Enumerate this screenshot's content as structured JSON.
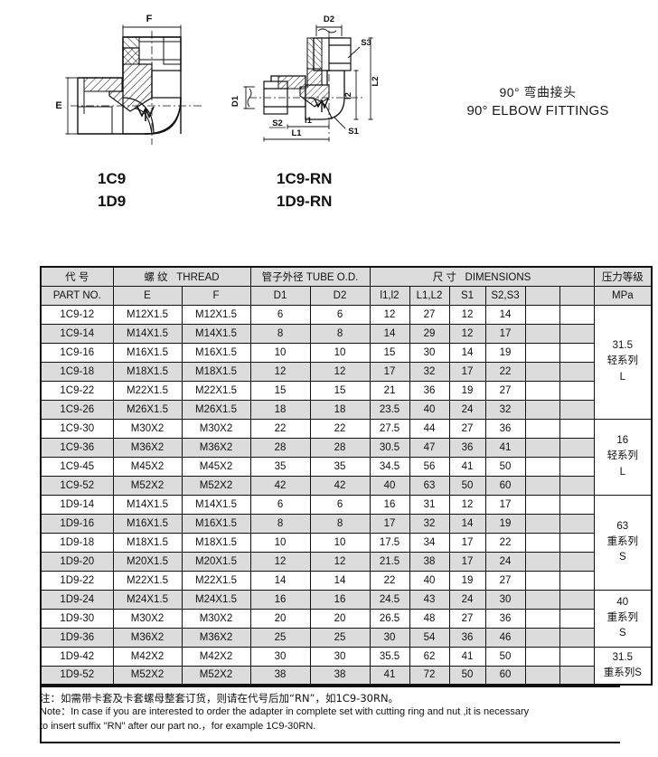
{
  "title": {
    "cn": "90° 弯曲接头",
    "en": "90° ELBOW FITTINGS"
  },
  "figures": {
    "left": {
      "name": "elbow-section-drawing-1C9",
      "labels": {
        "f": "F",
        "e": "E"
      },
      "part_labels": [
        "1C9",
        "1D9"
      ]
    },
    "right": {
      "name": "elbow-section-drawing-1C9-RN",
      "labels": {
        "d2": "D2",
        "s3": "S3",
        "l2_cap": "L2",
        "l2_low": "l2",
        "d1": "D1",
        "s2": "S2",
        "s1": "S1",
        "l1_low": "l1",
        "l1_cap": "L1"
      },
      "part_labels": [
        "1C9-RN",
        "1D9-RN"
      ]
    }
  },
  "table": {
    "header": {
      "part_no": {
        "cn": "代  号",
        "en": "PART  NO."
      },
      "thread": {
        "cn": "螺  纹",
        "en": "THREAD",
        "sub": [
          "E",
          "F"
        ]
      },
      "tube_od": {
        "cn": "管子外径",
        "en": "TUBE O.D.",
        "sub": [
          "D1",
          "D2"
        ]
      },
      "dimensions": {
        "cn": "尺  寸",
        "en": "DIMENSIONS",
        "sub": [
          "l1,l2",
          "L1,L2",
          "S1",
          "S2,S3",
          "",
          ""
        ]
      },
      "pressure": {
        "cn": "压力等级",
        "unit": "MPa"
      }
    },
    "rows": [
      {
        "part": "1C9-12",
        "e": "M12X1.5",
        "f": "M12X1.5",
        "d1": "6",
        "d2": "6",
        "l12": "12",
        "L12": "27",
        "s1": "12",
        "s23": "14",
        "b1": "",
        "b2": ""
      },
      {
        "part": "1C9-14",
        "e": "M14X1.5",
        "f": "M14X1.5",
        "d1": "8",
        "d2": "8",
        "l12": "14",
        "L12": "29",
        "s1": "12",
        "s23": "17",
        "b1": "",
        "b2": ""
      },
      {
        "part": "1C9-16",
        "e": "M16X1.5",
        "f": "M16X1.5",
        "d1": "10",
        "d2": "10",
        "l12": "15",
        "L12": "30",
        "s1": "14",
        "s23": "19",
        "b1": "",
        "b2": ""
      },
      {
        "part": "1C9-18",
        "e": "M18X1.5",
        "f": "M18X1.5",
        "d1": "12",
        "d2": "12",
        "l12": "17",
        "L12": "32",
        "s1": "17",
        "s23": "22",
        "b1": "",
        "b2": ""
      },
      {
        "part": "1C9-22",
        "e": "M22X1.5",
        "f": "M22X1.5",
        "d1": "15",
        "d2": "15",
        "l12": "21",
        "L12": "36",
        "s1": "19",
        "s23": "27",
        "b1": "",
        "b2": ""
      },
      {
        "part": "1C9-26",
        "e": "M26X1.5",
        "f": "M26X1.5",
        "d1": "18",
        "d2": "18",
        "l12": "23.5",
        "L12": "40",
        "s1": "24",
        "s23": "32",
        "b1": "",
        "b2": ""
      },
      {
        "part": "1C9-30",
        "e": "M30X2",
        "f": "M30X2",
        "d1": "22",
        "d2": "22",
        "l12": "27.5",
        "L12": "44",
        "s1": "27",
        "s23": "36",
        "b1": "",
        "b2": ""
      },
      {
        "part": "1C9-36",
        "e": "M36X2",
        "f": "M36X2",
        "d1": "28",
        "d2": "28",
        "l12": "30.5",
        "L12": "47",
        "s1": "36",
        "s23": "41",
        "b1": "",
        "b2": ""
      },
      {
        "part": "1C9-45",
        "e": "M45X2",
        "f": "M45X2",
        "d1": "35",
        "d2": "35",
        "l12": "34.5",
        "L12": "56",
        "s1": "41",
        "s23": "50",
        "b1": "",
        "b2": ""
      },
      {
        "part": "1C9-52",
        "e": "M52X2",
        "f": "M52X2",
        "d1": "42",
        "d2": "42",
        "l12": "40",
        "L12": "63",
        "s1": "50",
        "s23": "60",
        "b1": "",
        "b2": ""
      },
      {
        "part": "1D9-14",
        "e": "M14X1.5",
        "f": "M14X1.5",
        "d1": "6",
        "d2": "6",
        "l12": "16",
        "L12": "31",
        "s1": "12",
        "s23": "17",
        "b1": "",
        "b2": ""
      },
      {
        "part": "1D9-16",
        "e": "M16X1.5",
        "f": "M16X1.5",
        "d1": "8",
        "d2": "8",
        "l12": "17",
        "L12": "32",
        "s1": "14",
        "s23": "19",
        "b1": "",
        "b2": ""
      },
      {
        "part": "1D9-18",
        "e": "M18X1.5",
        "f": "M18X1.5",
        "d1": "10",
        "d2": "10",
        "l12": "17.5",
        "L12": "34",
        "s1": "17",
        "s23": "22",
        "b1": "",
        "b2": ""
      },
      {
        "part": "1D9-20",
        "e": "M20X1.5",
        "f": "M20X1.5",
        "d1": "12",
        "d2": "12",
        "l12": "21.5",
        "L12": "38",
        "s1": "17",
        "s23": "24",
        "b1": "",
        "b2": ""
      },
      {
        "part": "1D9-22",
        "e": "M22X1.5",
        "f": "M22X1.5",
        "d1": "14",
        "d2": "14",
        "l12": "22",
        "L12": "40",
        "s1": "19",
        "s23": "27",
        "b1": "",
        "b2": ""
      },
      {
        "part": "1D9-24",
        "e": "M24X1.5",
        "f": "M24X1.5",
        "d1": "16",
        "d2": "16",
        "l12": "24.5",
        "L12": "43",
        "s1": "24",
        "s23": "30",
        "b1": "",
        "b2": ""
      },
      {
        "part": "1D9-30",
        "e": "M30X2",
        "f": "M30X2",
        "d1": "20",
        "d2": "20",
        "l12": "26.5",
        "L12": "48",
        "s1": "27",
        "s23": "36",
        "b1": "",
        "b2": ""
      },
      {
        "part": "1D9-36",
        "e": "M36X2",
        "f": "M36X2",
        "d1": "25",
        "d2": "25",
        "l12": "30",
        "L12": "54",
        "s1": "36",
        "s23": "46",
        "b1": "",
        "b2": ""
      },
      {
        "part": "1D9-42",
        "e": "M42X2",
        "f": "M42X2",
        "d1": "30",
        "d2": "30",
        "l12": "35.5",
        "L12": "62",
        "s1": "41",
        "s23": "50",
        "b1": "",
        "b2": ""
      },
      {
        "part": "1D9-52",
        "e": "M52X2",
        "f": "M52X2",
        "d1": "38",
        "d2": "38",
        "l12": "41",
        "L12": "72",
        "s1": "50",
        "s23": "60",
        "b1": "",
        "b2": ""
      }
    ],
    "pressure_groups": [
      {
        "rowspan": 6,
        "lines": [
          "31.5",
          "轻系列",
          "L"
        ]
      },
      {
        "rowspan": 4,
        "lines": [
          "16",
          "轻系列",
          "L"
        ]
      },
      {
        "rowspan": 5,
        "lines": [
          "63",
          "重系列",
          "S"
        ]
      },
      {
        "rowspan": 3,
        "lines": [
          "40",
          "重系列",
          "S"
        ]
      },
      {
        "rowspan": 2,
        "lines": [
          "31.5",
          "重系列S",
          ""
        ]
      }
    ]
  },
  "note": {
    "cn": "注：如需带卡套及卡套螺母整套订货，则请在代号后加“RN”，如1C9-30RN。",
    "en_line1": "Note：In case if you are interested to order the adapter in complete set with cutting ring  and nut ,it is necessary",
    "en_line2": "to insert suffix \"RN\" after our part no.，for example 1C9-30RN."
  },
  "colors": {
    "header_fill": "#dcdcdc",
    "row_alt_fill": "#dcdcdc",
    "line": "#111111",
    "metal": "#c9ccd1"
  }
}
